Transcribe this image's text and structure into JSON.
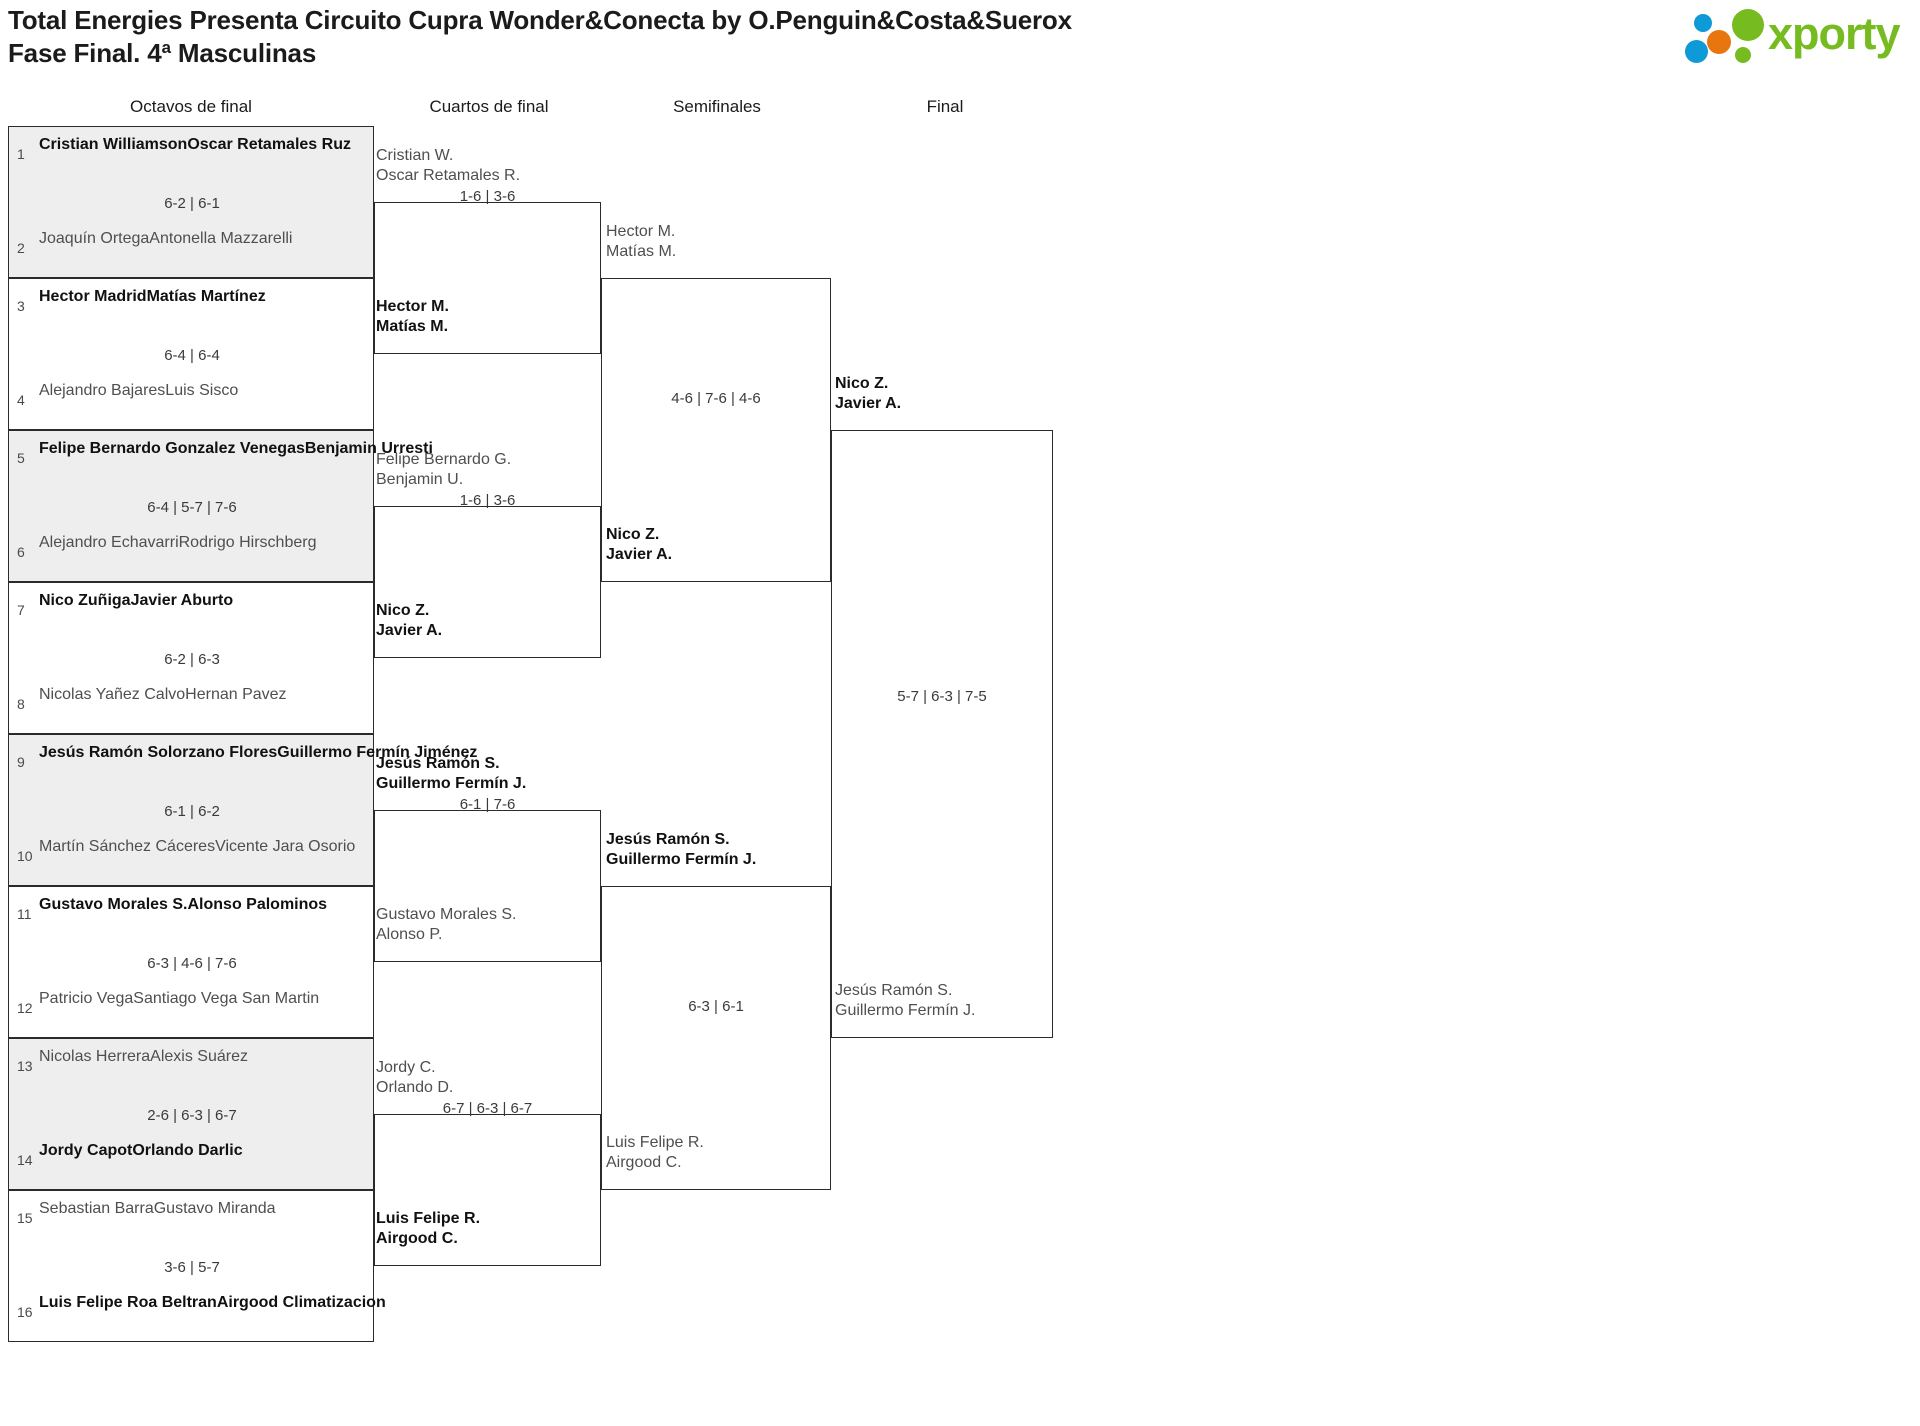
{
  "header": {
    "title_line1": "Total Energies Presenta Circuito Cupra Wonder&Conecta by O.Penguin&Costa&Suerox",
    "title_line2": "Fase Final. 4ª Masculinas",
    "logo_text": "xporty",
    "logo_colors": {
      "green": "#76bc21",
      "blue": "#0e9ad6",
      "orange": "#e8760f"
    }
  },
  "rounds": [
    {
      "label": "Octavos de final"
    },
    {
      "label": "Cuartos de final"
    },
    {
      "label": "Semifinales"
    },
    {
      "label": "Final"
    }
  ],
  "round1": [
    {
      "shaded": true,
      "score": "6-2 | 6-1",
      "top": {
        "seed": "1",
        "p1": "Cristian Williamson",
        "p2": "Oscar Retamales Ruz",
        "winner": true
      },
      "bottom": {
        "seed": "2",
        "p1": "Joaquín Ortega",
        "p2": "Antonella Mazzarelli",
        "winner": false
      }
    },
    {
      "shaded": false,
      "score": "6-4 | 6-4",
      "top": {
        "seed": "3",
        "p1": "Hector Madrid",
        "p2": "Matías Martínez",
        "winner": true
      },
      "bottom": {
        "seed": "4",
        "p1": "Alejandro Bajares",
        "p2": "Luis Sisco",
        "winner": false
      }
    },
    {
      "shaded": true,
      "score": "6-4 | 5-7 | 7-6",
      "top": {
        "seed": "5",
        "p1": "Felipe Bernardo Gonzalez Venegas",
        "p2": "Benjamin Urresti",
        "winner": true
      },
      "bottom": {
        "seed": "6",
        "p1": "Alejandro Echavarri",
        "p2": "Rodrigo Hirschberg",
        "winner": false
      }
    },
    {
      "shaded": false,
      "score": "6-2 | 6-3",
      "top": {
        "seed": "7",
        "p1": "Nico Zuñiga",
        "p2": "Javier Aburto",
        "winner": true
      },
      "bottom": {
        "seed": "8",
        "p1": "Nicolas Yañez Calvo",
        "p2": "Hernan Pavez",
        "winner": false
      }
    },
    {
      "shaded": true,
      "score": "6-1 | 6-2",
      "top": {
        "seed": "9",
        "p1": "Jesús Ramón Solorzano Flores",
        "p2": "Guillermo Fermín Jiménez",
        "winner": true
      },
      "bottom": {
        "seed": "10",
        "p1": "Martín Sánchez Cáceres",
        "p2": "Vicente Jara Osorio",
        "winner": false
      }
    },
    {
      "shaded": false,
      "score": "6-3 | 4-6 | 7-6",
      "top": {
        "seed": "11",
        "p1": "Gustavo Morales S.",
        "p2": "Alonso Palominos",
        "winner": true
      },
      "bottom": {
        "seed": "12",
        "p1": "Patricio Vega",
        "p2": "Santiago Vega San Martin",
        "winner": false
      }
    },
    {
      "shaded": true,
      "score": "2-6 | 6-3 | 6-7",
      "top": {
        "seed": "13",
        "p1": "Nicolas Herrera",
        "p2": "Alexis Suárez",
        "winner": false
      },
      "bottom": {
        "seed": "14",
        "p1": "Jordy Capot",
        "p2": "Orlando Darlic",
        "winner": true
      }
    },
    {
      "shaded": false,
      "score": "3-6 | 5-7",
      "top": {
        "seed": "15",
        "p1": "Sebastian Barra",
        "p2": "Gustavo Miranda",
        "winner": false
      },
      "bottom": {
        "seed": "16",
        "p1": "Luis Felipe Roa Beltran",
        "p2": "Airgood Climatizacion",
        "winner": true
      }
    }
  ],
  "round2": [
    {
      "score": "1-6 | 3-6",
      "top": {
        "p1": "Cristian W.",
        "p2": "Oscar Retamales R.",
        "winner": false
      },
      "bottom": {
        "p1": "Hector M.",
        "p2": "Matías M.",
        "winner": true
      }
    },
    {
      "score": "1-6 | 3-6",
      "top": {
        "p1": "Felipe Bernardo G.",
        "p2": "Benjamin U.",
        "winner": false
      },
      "bottom": {
        "p1": "Nico Z.",
        "p2": "Javier A.",
        "winner": true
      }
    },
    {
      "score": "6-1 | 7-6",
      "top": {
        "p1": "Jesús Ramón S.",
        "p2": "Guillermo Fermín J.",
        "winner": true
      },
      "bottom": {
        "p1": "Gustavo Morales S.",
        "p2": "Alonso P.",
        "winner": false
      }
    },
    {
      "score": "6-7 | 6-3 | 6-7",
      "top": {
        "p1": "Jordy C.",
        "p2": "Orlando D.",
        "winner": false
      },
      "bottom": {
        "p1": "Luis Felipe R.",
        "p2": "Airgood C.",
        "winner": true
      }
    }
  ],
  "round3": [
    {
      "score": "4-6 | 7-6 | 4-6",
      "top": {
        "p1": "Hector M.",
        "p2": "Matías M.",
        "winner": false
      },
      "bottom": {
        "p1": "Nico Z.",
        "p2": "Javier A.",
        "winner": true
      }
    },
    {
      "score": "6-3 | 6-1",
      "top": {
        "p1": "Jesús Ramón S.",
        "p2": "Guillermo Fermín J.",
        "winner": true
      },
      "bottom": {
        "p1": "Luis Felipe R.",
        "p2": "Airgood C.",
        "winner": false
      }
    }
  ],
  "round4": [
    {
      "score": "5-7 | 6-3 | 7-5",
      "top": {
        "p1": "Nico Z.",
        "p2": "Javier A.",
        "winner": true
      },
      "bottom": {
        "p1": "Jesús Ramón S.",
        "p2": "Guillermo Fermín J.",
        "winner": false
      }
    }
  ]
}
